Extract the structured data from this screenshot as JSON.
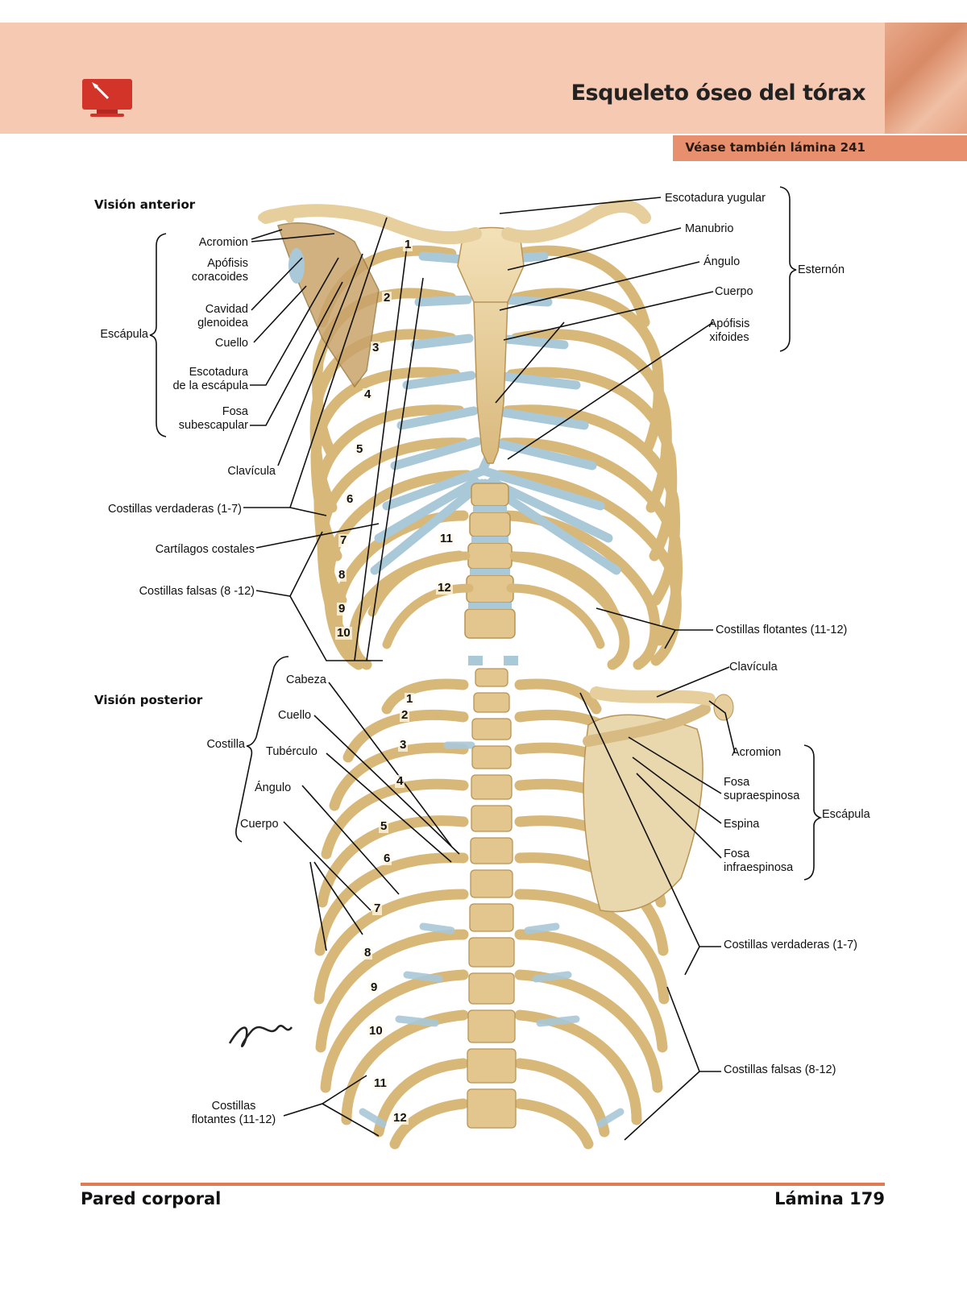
{
  "header": {
    "title": "Esqueleto óseo del tórax",
    "see_also": "Véase también lámina 241"
  },
  "anterior": {
    "section_title": "Visión anterior",
    "labels": {
      "acromion": "Acromion",
      "apofisis_coracoides": "Apófisis\ncoracoides",
      "cavidad_glenoidea": "Cavidad\nglenoidea",
      "cuello": "Cuello",
      "escotadura_escapula": "Escotadura\nde la escápula",
      "fosa_subescapular": "Fosa\nsubescapular",
      "escapula_group": "Escápula",
      "clavicula": "Clavícula",
      "costillas_verdaderas": "Costillas verdaderas (1-7)",
      "cartilagos_costales": "Cartílagos costales",
      "costillas_falsas": "Costillas falsas (8 -12)",
      "escotadura_yugular": "Escotadura yugular",
      "manubrio": "Manubrio",
      "angulo": "Ángulo",
      "cuerpo": "Cuerpo",
      "apofisis_xifoides": "Apófisis\nxifoides",
      "esternon_group": "Esternón",
      "costillas_flotantes": "Costillas flotantes (11-12)"
    },
    "rib_numbers": [
      "1",
      "2",
      "3",
      "4",
      "5",
      "6",
      "7",
      "8",
      "9",
      "10",
      "11",
      "12"
    ]
  },
  "posterior": {
    "section_title": "Visión posterior",
    "labels": {
      "cabeza": "Cabeza",
      "cuello": "Cuello",
      "tuberculo": "Tubérculo",
      "angulo": "Ángulo",
      "cuerpo": "Cuerpo",
      "costilla_group": "Costilla",
      "costillas_flotantes": "Costillas\nflotantes (11-12)",
      "clavicula": "Clavícula",
      "acromion": "Acromion",
      "fosa_supraespinosa": "Fosa\nsupraespinosa",
      "espina": "Espina",
      "fosa_infraespinosa": "Fosa\ninfraespinosa",
      "escapula_group": "Escápula",
      "costillas_verdaderas": "Costillas verdaderas (1-7)",
      "costillas_falsas": "Costillas falsas (8-12)"
    },
    "rib_numbers": [
      "1",
      "2",
      "3",
      "4",
      "5",
      "6",
      "7",
      "8",
      "9",
      "10",
      "11",
      "12"
    ]
  },
  "footer": {
    "section": "Pared corporal",
    "plate": "Lámina 179"
  },
  "colors": {
    "header_band": "#f5c9b2",
    "see_also_bar": "#e8906e",
    "footer_rule": "#e07a52",
    "icon_red": "#d2342a",
    "bone": "#e9d3a3",
    "cartilage": "#a9c8d8"
  }
}
